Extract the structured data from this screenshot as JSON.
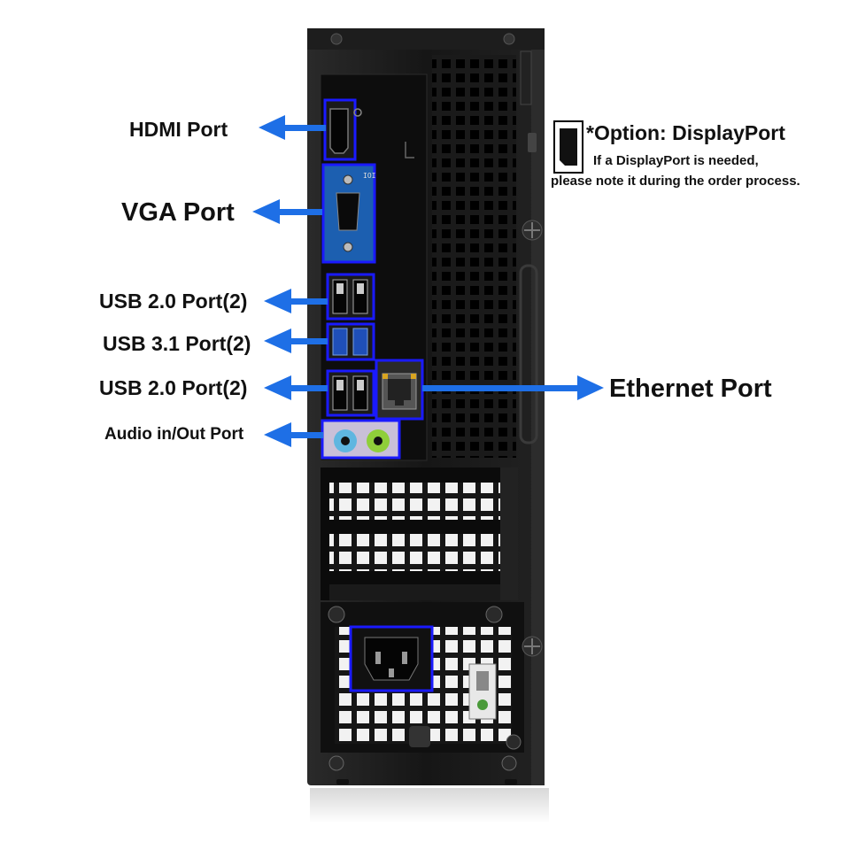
{
  "labels": {
    "hdmi": "HDMI Port",
    "vga": "VGA Port",
    "usb2_top": "USB 2.0 Port(2)",
    "usb31": "USB 3.1 Port(2)",
    "usb2_bottom": "USB 2.0 Port(2)",
    "audio": "Audio in/Out Port",
    "ethernet": "Ethernet Port"
  },
  "option": {
    "title": "*Option:  DisplayPort",
    "note_line1": "If a DisplayPort is needed,",
    "note_line2": "please note it during the order process."
  },
  "colors": {
    "highlight": "#1a1aff",
    "arrow": "#1e6fe6",
    "case": "#141414",
    "panel": "#0c0c0c",
    "audio_blue": "#5fb6e0",
    "audio_green": "#8fcf3a",
    "usb3_blue": "#1f4fb8"
  },
  "icons": {
    "arrow": "left-arrow-icon",
    "hdmi": "hdmi-port-icon",
    "vga": "vga-port-icon",
    "usb": "usb-port-icon",
    "ethernet": "ethernet-port-icon",
    "audio": "audio-jack-icon",
    "power": "power-socket-icon",
    "displayport": "displayport-icon"
  }
}
